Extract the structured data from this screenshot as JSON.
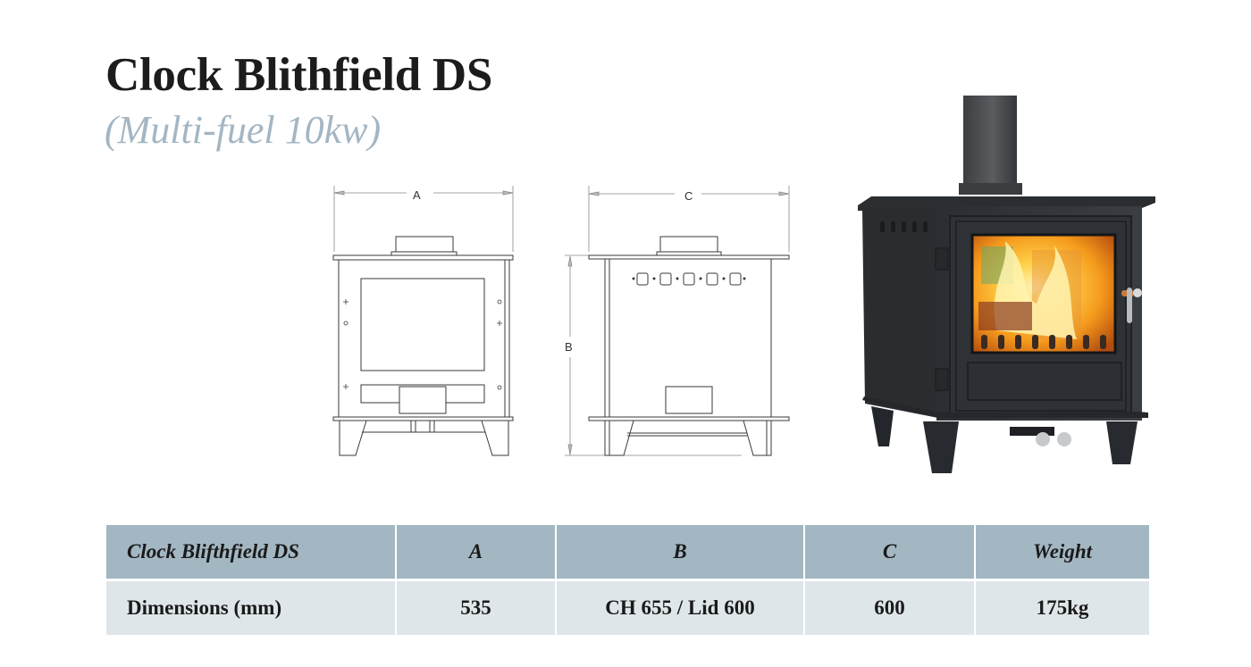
{
  "header": {
    "title": "Clock Blithfield DS",
    "subtitle": "(Multi-fuel 10kw)"
  },
  "drawings": {
    "front_view": {
      "dimension_label": "A"
    },
    "side_view": {
      "width_label": "C",
      "height_label": "B"
    }
  },
  "photo": {
    "description": "Clock Blithfield DS stove with fire burning, black flue pipe on top"
  },
  "colors": {
    "title": "#1c1c1c",
    "subtitle": "#a4b6c3",
    "table_header_bg": "#a3b7c3",
    "table_body_bg": "#dfe6ea"
  },
  "table": {
    "headers": [
      "Clock Blifthfield DS",
      "A",
      "B",
      "C",
      "Weight"
    ],
    "rows": [
      [
        "Dimensions (mm)",
        "535",
        "CH 655 / Lid 600",
        "600",
        "175kg"
      ]
    ]
  }
}
